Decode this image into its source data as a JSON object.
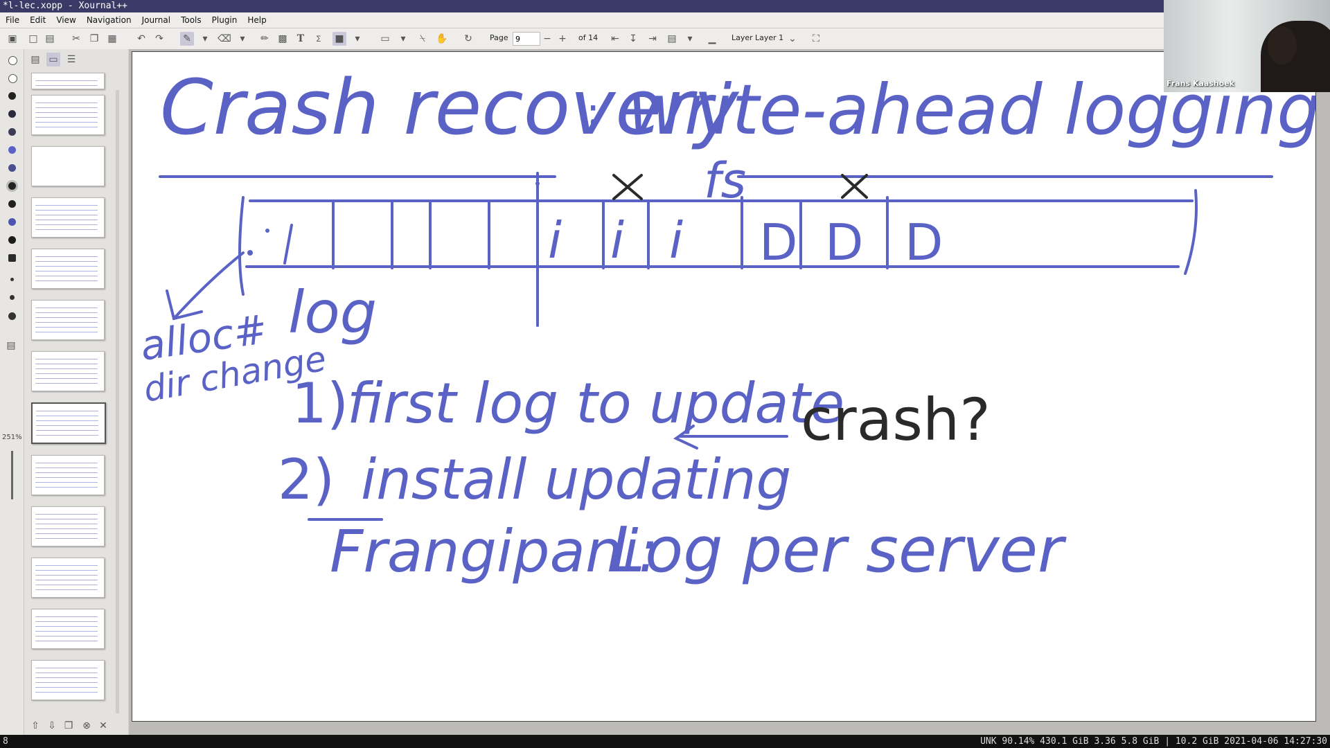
{
  "window": {
    "title": "*l-lec.xopp - Xournal++"
  },
  "menu": [
    "File",
    "Edit",
    "View",
    "Navigation",
    "Journal",
    "Tools",
    "Plugin",
    "Help"
  ],
  "toolbar": {
    "page_label": "Page",
    "page_value": "9",
    "page_total": "of 14",
    "layer_label": "Layer",
    "layer_value": "Layer 1"
  },
  "sidebar": {
    "zoom": "251%"
  },
  "video": {
    "name": "Frans Kaashoek"
  },
  "status": {
    "left": "8",
    "right": "UNK 90.14% 430.1 GiB 3.36 5.8 GiB | 10.2 GiB 2021-04-06 14:27:30"
  },
  "notes": {
    "title_left": "Crash recovery",
    "colon": ":",
    "title_right": "write-ahead logging",
    "cells": [
      "i",
      "i",
      "i",
      "D",
      "D",
      "D"
    ],
    "marks": [
      "X",
      "X"
    ],
    "fs": "fs",
    "log": "log",
    "alloc": [
      "alloc#",
      "dir change"
    ],
    "step1_num": "1)",
    "step1": "first log to update",
    "crash": "crash?",
    "step2_num": "2)",
    "step2": "install updating",
    "frangipani": "Frangipani:",
    "log_per_server": "Log per server"
  },
  "colors": {
    "ink": "#5a62c6",
    "ink_dark": "#2a2a2a",
    "title_bar": "#3a3a66"
  }
}
